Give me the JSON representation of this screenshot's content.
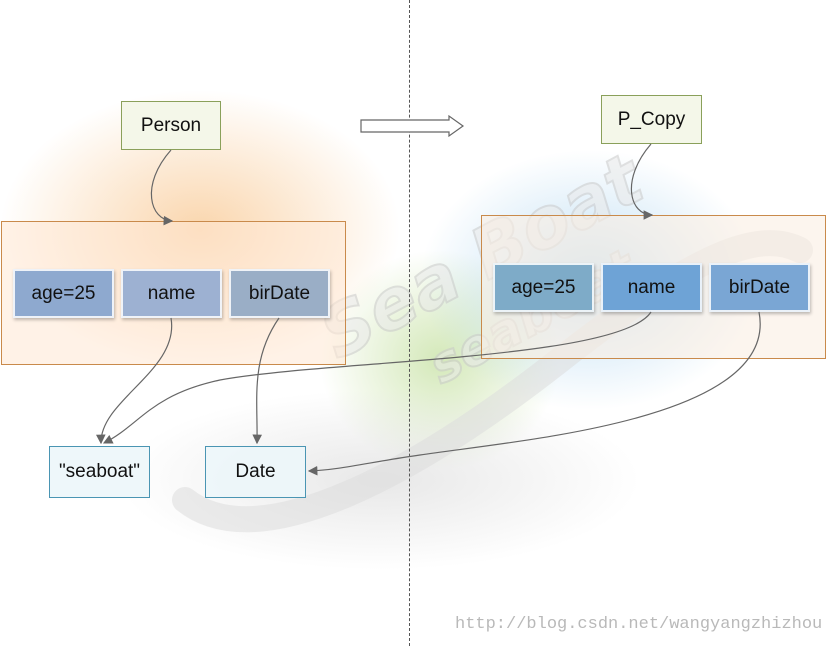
{
  "left": {
    "ref_label": "Person",
    "fields": [
      "age=25",
      "name",
      "birDate"
    ]
  },
  "right": {
    "ref_label": "P_Copy",
    "fields": [
      "age=25",
      "name",
      "birDate"
    ]
  },
  "objects": {
    "string_label": "\"seaboat\"",
    "date_label": "Date"
  },
  "watermark": {
    "logo_line1": "Sea Boat",
    "logo_line2": "seaboat",
    "url": "http://blog.csdn.net/wangyangzhizhou"
  },
  "colors": {
    "left_field": "#8ea9cf",
    "right_field": "#6ea3d6",
    "container_border": "#c98a4b",
    "ref_border": "#8aa05a",
    "object_border": "#4a95b3",
    "arrow": "#666666"
  }
}
